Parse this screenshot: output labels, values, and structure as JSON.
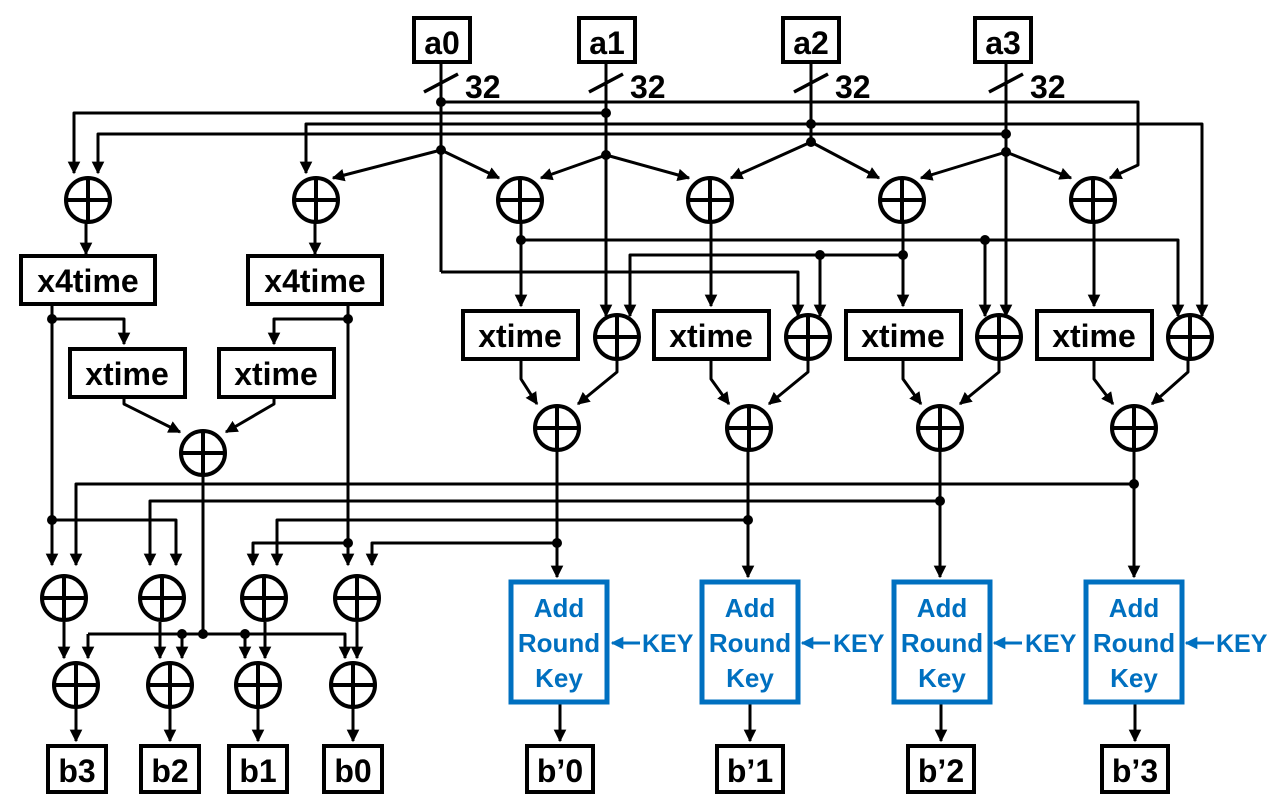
{
  "colors": {
    "line": "#000000",
    "key_block": "#0070c0",
    "background": "#ffffff"
  },
  "icons": {
    "xor": "circled-plus-icon",
    "bus_width": "slash-icon"
  },
  "inputs": [
    "a0",
    "a1",
    "a2",
    "a3"
  ],
  "bus_width": "32",
  "x4time_label": "x4time",
  "xtime_label": "xtime",
  "add_round_key": {
    "line1": "Add",
    "line2": "Round",
    "line3": "Key"
  },
  "key_label": "KEY",
  "outputs_left": [
    "b3",
    "b2",
    "b1",
    "b0"
  ],
  "outputs_right": [
    "b’0",
    "b’1",
    "b’2",
    "b’3"
  ]
}
